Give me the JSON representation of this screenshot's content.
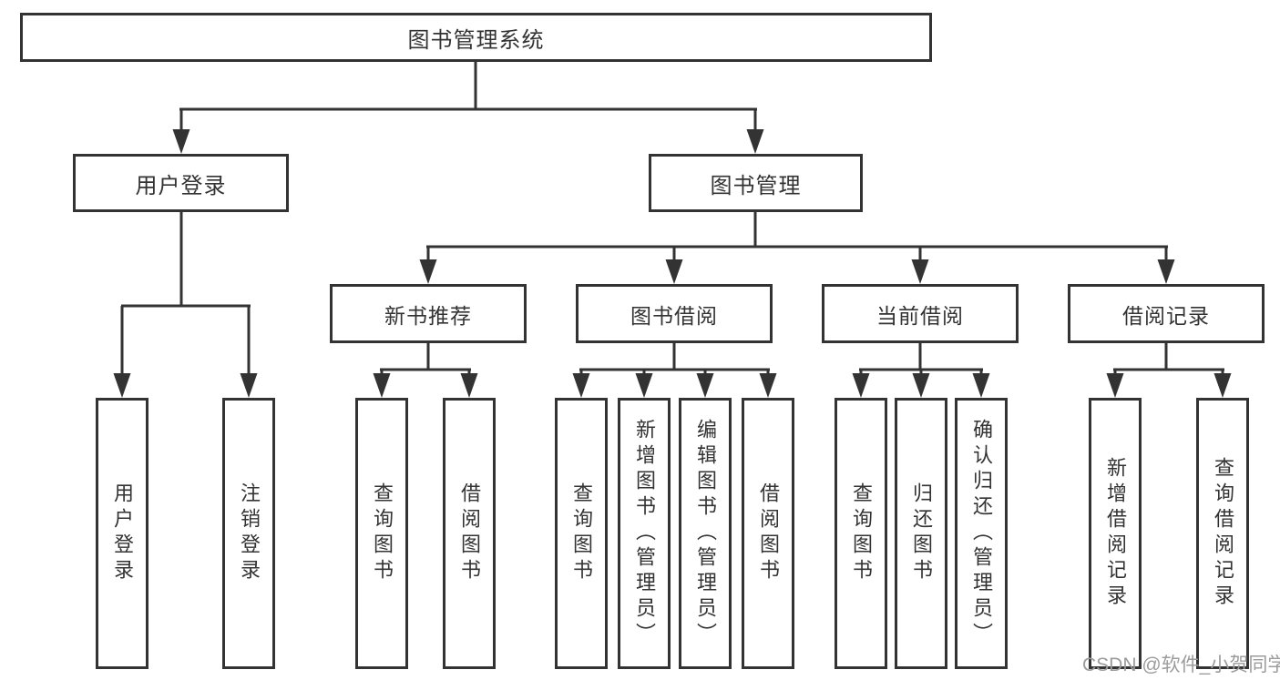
{
  "nodes": {
    "root": "图书管理系统",
    "user_login": "用户登录",
    "book_management": "图书管理",
    "new_book_recommend": "新书推荐",
    "book_borrow": "图书借阅",
    "current_borrow": "当前借阅",
    "borrow_records": "借阅记录",
    "leaves": [
      "用户登录",
      "注销登录",
      "查询图书",
      "借阅图书",
      "查询图书",
      "新增图书（管理员）",
      "编辑图书（管理员）",
      "借阅图书",
      "查询图书",
      "归还图书",
      "确认归还（管理员）",
      "新增借阅记录",
      "查询借阅记录"
    ]
  },
  "watermark": "CSDN @软件_小贺同学",
  "colors": {
    "line": "#333333",
    "text": "#333333",
    "watermark": "#9c9c9c",
    "background": "#ffffff"
  }
}
